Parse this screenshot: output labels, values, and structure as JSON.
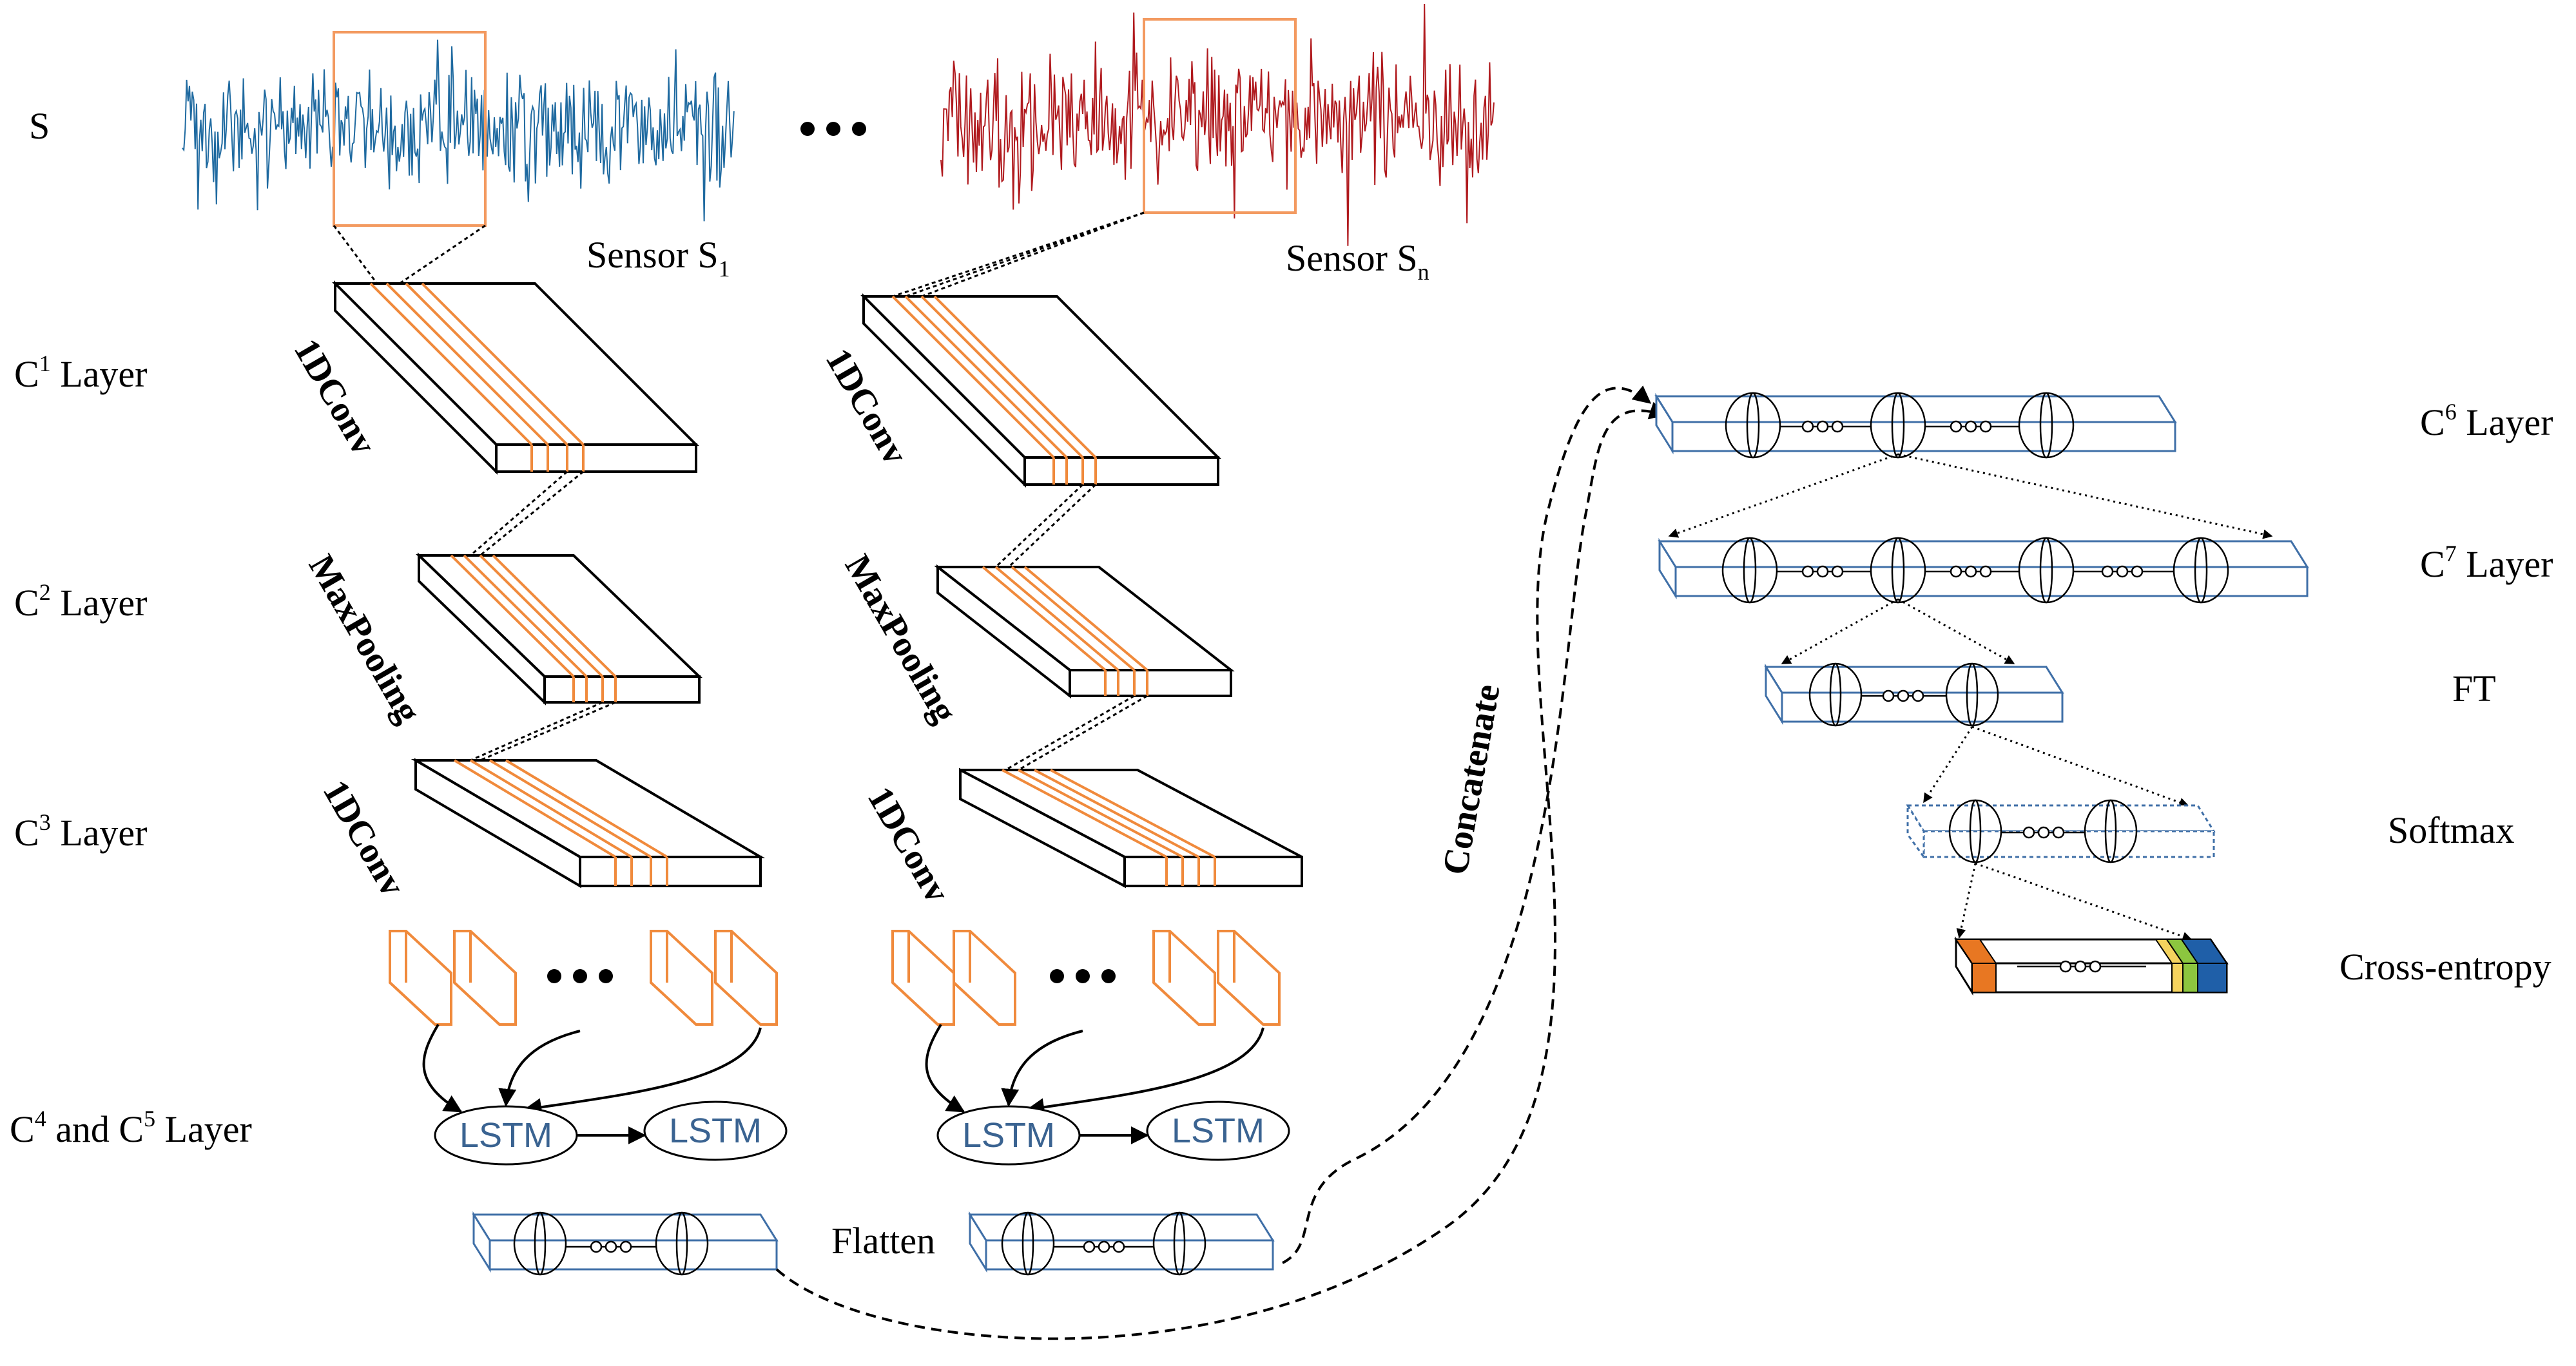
{
  "labels": {
    "s": "S",
    "c1_base": "C",
    "c1_sup": "1",
    "c1_tail": " Layer",
    "c2_base": "C",
    "c2_sup": "2",
    "c2_tail": " Layer",
    "c3_base": "C",
    "c3_sup": "3",
    "c3_tail": " Layer",
    "c45_a": "C",
    "c45_sup1": "4",
    "c45_mid": " and C",
    "c45_sup2": "5",
    "c45_tail": " Layer",
    "c6_base": "C",
    "c6_sup": "6",
    "c6_tail": " Layer",
    "c7_base": "C",
    "c7_sup": "7",
    "c7_tail": " Layer",
    "ft": "FT",
    "softmax": "Softmax",
    "cross_entropy": "Cross-entropy",
    "flatten": "Flatten",
    "concatenate": "Concatenate"
  },
  "sensors": {
    "s1_base": "Sensor S",
    "s1_sub": "1",
    "sn_base": "Sensor S",
    "sn_sub": "n"
  },
  "ops": {
    "conv1": "1DConv",
    "pool": "MaxPooling",
    "conv2": "1DConv",
    "lstm": "LSTM"
  },
  "colors": {
    "sensor1_signal": "#1f6aa0",
    "sensorn_signal": "#b01a1e",
    "kernel": "#f08a3c",
    "dense": "#3f6fa7",
    "class_orange": "#e87722",
    "class_yellow": "#f4d35e",
    "class_green": "#8cc63f",
    "class_blue": "#1f5fa8"
  }
}
